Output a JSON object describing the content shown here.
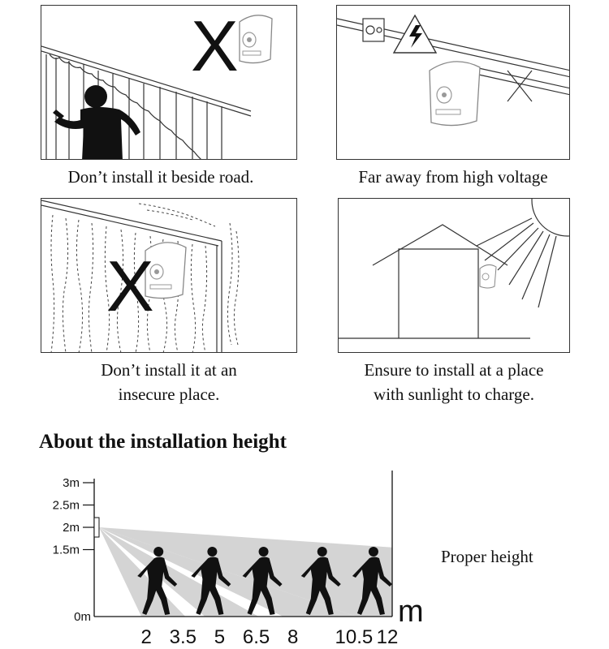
{
  "tips": [
    {
      "caption_lines": [
        "Don’t install it beside road."
      ],
      "mark": "X"
    },
    {
      "caption_lines": [
        "Far away from high voltage"
      ]
    },
    {
      "caption_lines": [
        "Don’t install it at an",
        "insecure place."
      ],
      "mark": "X"
    },
    {
      "caption_lines": [
        "Ensure to install at a place",
        "with sunlight to charge."
      ]
    }
  ],
  "height_section": {
    "title": "About the installation height",
    "side_note": "Proper height",
    "y_axis_labels": [
      "3m",
      "2.5m",
      "2m",
      "1.5m",
      "0m"
    ],
    "y_axis_values": [
      3,
      2.5,
      2,
      1.5,
      0
    ],
    "x_axis_labels": [
      "2",
      "3.5",
      "5",
      "6.5",
      "8",
      "10.5",
      "12"
    ],
    "x_axis_values": [
      2,
      3.5,
      5,
      6.5,
      8,
      10.5,
      12
    ],
    "x_unit": "m",
    "mount_height": 2,
    "person_positions": [
      2.5,
      4.7,
      6.8,
      9.2,
      11.3
    ],
    "colors": {
      "beam": "#d4d4d4",
      "ink": "#111111"
    }
  }
}
